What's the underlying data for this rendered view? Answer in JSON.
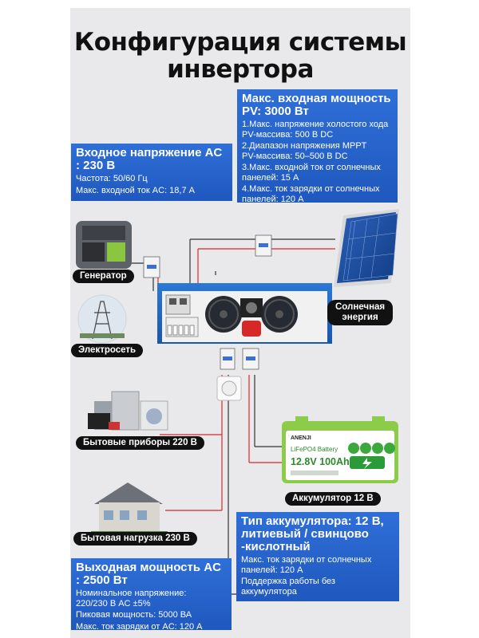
{
  "title": [
    "Конфигурация системы",
    "инвертора"
  ],
  "pv_box": {
    "heading": [
      "Макс. входная мощность",
      "PV: 3000 Вт"
    ],
    "items": [
      "1.Макс. напряжение холостого хода",
      "PV-массива: 500 В DC",
      "2.Диапазон напряжения MPPT",
      "PV-массива: 50–500 В DC",
      "3.Макс. входной ток от солнечных",
      "панелей: 15 А",
      "4.Макс. ток зарядки от солнечных",
      "панелей: 120 А"
    ]
  },
  "ac_input_box": {
    "heading": [
      "Входное напряжение AC",
      ": 230 В"
    ],
    "items": [
      "Частота: 50/60 Гц",
      "Макс. входной ток AC: 18,7 А"
    ]
  },
  "battery_box": {
    "heading": [
      "Тип аккумулятора: 12 В,",
      "литиевый / свинцово",
      "-кислотный"
    ],
    "items": [
      "Макс. ток зарядки от солнечных",
      "панелей: 120 А",
      "Поддержка работы без",
      "аккумулятора"
    ]
  },
  "ac_output_box": {
    "heading": [
      "Выходная мощность AC",
      ": 2500 Вт"
    ],
    "items": [
      "Номинальное напряжение:",
      "220/230 В AC ±5%",
      "Пиковая мощность: 5000 ВА",
      "Макс. ток зарядки от AC: 120 А"
    ]
  },
  "labels": {
    "generator": "Генератор",
    "grid": "Электросеть",
    "solar": [
      "Солнечная",
      "энергия"
    ],
    "appliances": "Бытовые приборы 220 В",
    "battery": "Аккумулятор 12 В",
    "house_load": "Бытовая нагрузка 230 В"
  },
  "battery_product": {
    "brand": "ANENJI",
    "type": "LiFePO4 Battery",
    "spec": "12.8V 100Ah"
  },
  "colors": {
    "box_blue": "#2563cc",
    "wire_red": "#d62828",
    "wire_dark": "#333333",
    "label_black": "#111111"
  }
}
